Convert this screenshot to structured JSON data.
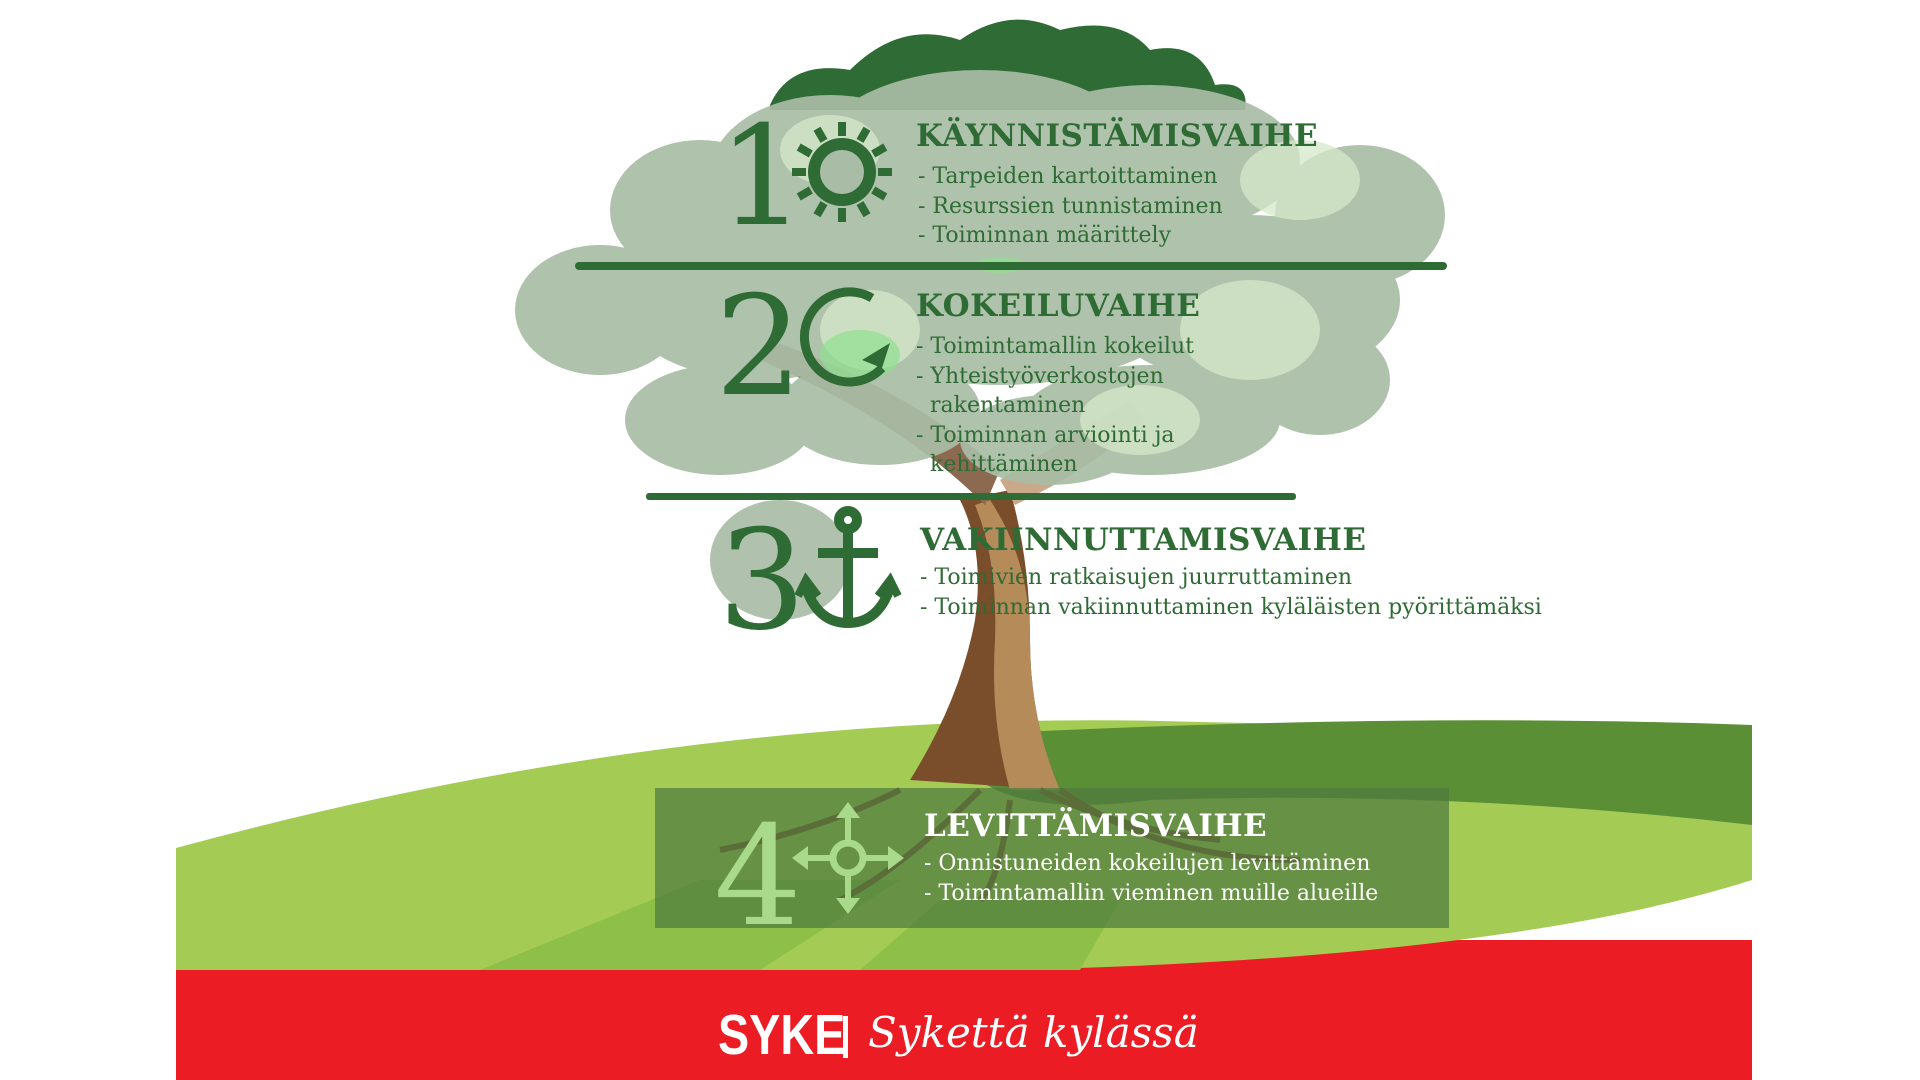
{
  "phases": [
    {
      "number": "1",
      "icon": "sun-icon",
      "title": "KÄYNNISTÄMISVAIHE",
      "items": [
        "- Tarpeiden kartoittaminen",
        "- Resurssien tunnistaminen",
        "- Toiminnan määrittely"
      ]
    },
    {
      "number": "2",
      "icon": "cycle-arrow-icon",
      "title": "KOKEILUVAIHE",
      "items": [
        "- Toimintamallin kokeilut",
        "- Yhteistyöverkostojen",
        "  rakentaminen",
        "- Toiminnan arviointi ja",
        "  kehittäminen"
      ]
    },
    {
      "number": "3",
      "icon": "anchor-icon",
      "title": "VAKIINNUTTAMISVAIHE",
      "items": [
        "- Toimivien ratkaisujen juurruttaminen",
        "- Toiminnan vakiinnuttaminen kyläläisten pyörittämäksi"
      ]
    },
    {
      "number": "4",
      "icon": "spread-arrows-icon",
      "title": "LEVITTÄMISVAIHE",
      "items": [
        "- Onnistuneiden kokeilujen levittäminen",
        "- Toimintamallin vieminen muille alueille"
      ]
    }
  ],
  "brand": {
    "name": "SYKE",
    "tagline": "Sykettä kylässä"
  },
  "colors": {
    "dark_green": "#2f6b34",
    "grass_light": "#a4cc55",
    "grass_dark": "#5a8f36",
    "brand_red": "#ec1c24",
    "canopy": "#9fb59c",
    "trunk": "#7a4e2a"
  }
}
